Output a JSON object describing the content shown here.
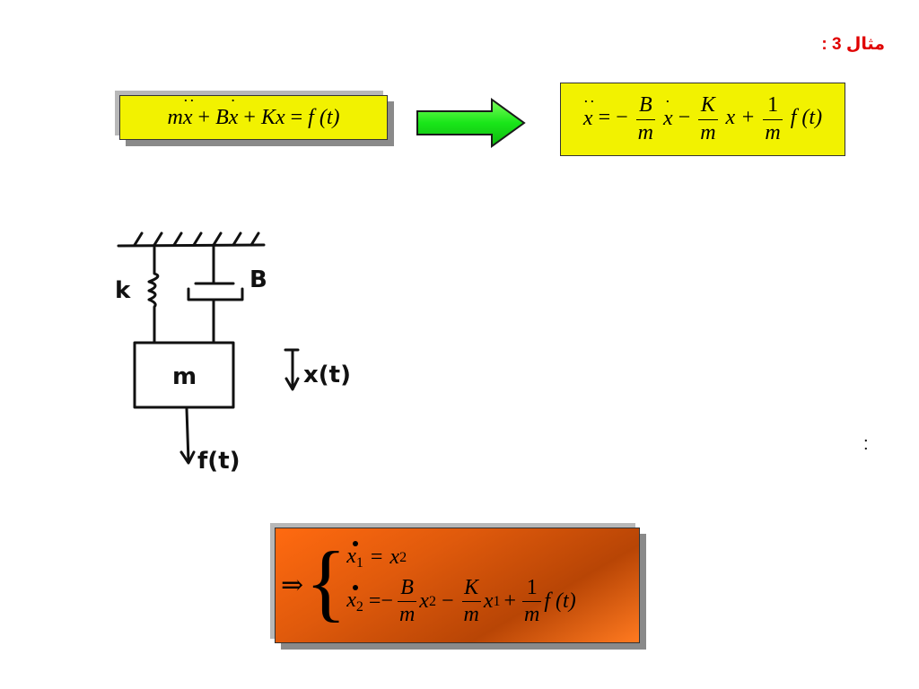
{
  "title": "مثال 3 :",
  "eq1": {
    "lhs1": "m",
    "lhs1_var": "x",
    "lhs1_dots": "··",
    "plus1": "+",
    "lhs2": "B",
    "lhs2_var": "x",
    "lhs2_dots": "·",
    "plus2": "+",
    "lhs3": "Kx",
    "eq": "=",
    "rhs": "f (t)"
  },
  "eq2": {
    "lhs_var": "x",
    "lhs_dots": "··",
    "eq": "= −",
    "frac1_num": "B",
    "frac1_den": "m",
    "term1_var": "x",
    "term1_dots": "·",
    "minus": "−",
    "frac2_num": "K",
    "frac2_den": "m",
    "term2": "x +",
    "frac3_num": "1",
    "frac3_den": "m",
    "term3": "f (t)"
  },
  "diagram": {
    "spring_label": "k",
    "damper_label": "B",
    "mass_label": "m",
    "displacement_label": "x(t)",
    "force_label": "f(t)"
  },
  "eq3": {
    "implies": "⇒",
    "row1_lhs": "x",
    "row1_lhs_sub": "1",
    "row1_eq": "=",
    "row1_rhs": "x",
    "row1_rhs_sub": "2",
    "row2_lhs": "x",
    "row2_lhs_sub": "2",
    "row2_eq": "=−",
    "frac1_num": "B",
    "frac1_den": "m",
    "term1": "x",
    "term1_sub": "2",
    "minus": "−",
    "frac2_num": "K",
    "frac2_den": "m",
    "term2": "x",
    "term2_sub": "1",
    "plus": "+",
    "frac3_num": "1",
    "frac3_den": "m",
    "term3": "f (t)"
  },
  "colon": ":",
  "colors": {
    "title": "#e00000",
    "yellow_box": "#f2f200",
    "orange_box": "#ff6a10",
    "arrow_fill": "#19e619"
  }
}
